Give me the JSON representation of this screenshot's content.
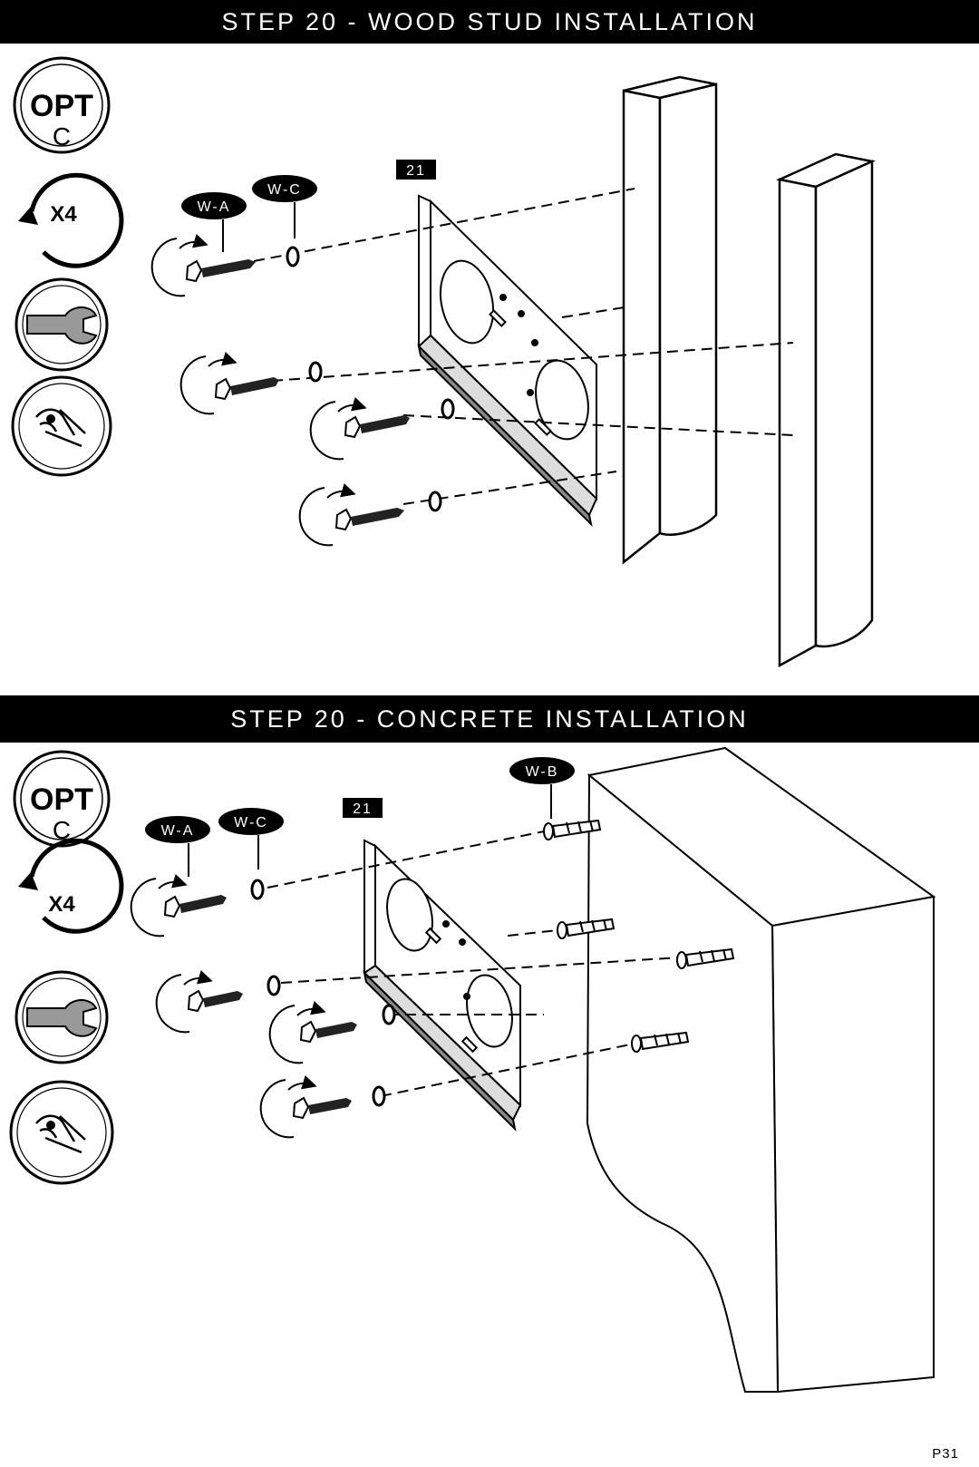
{
  "wood_section": {
    "title": "STEP 20 - WOOD STUD INSTALLATION",
    "icons": {
      "opt_top": "OPT",
      "opt_bottom": "C",
      "repeat_label": "X4",
      "wrench": "wrench-icon",
      "hand": "hand-tighten-icon"
    },
    "part_number": "21",
    "callouts": {
      "screw": "W-A",
      "washer": "W-C"
    }
  },
  "concrete_section": {
    "title": "STEP 20 - CONCRETE INSTALLATION",
    "icons": {
      "opt_top": "OPT",
      "opt_bottom": "C",
      "repeat_label": "X4",
      "wrench": "wrench-icon",
      "hand": "hand-tighten-icon"
    },
    "part_number": "21",
    "callouts": {
      "screw": "W-A",
      "washer": "W-C",
      "anchor": "W-B"
    }
  },
  "page_number": "P31"
}
